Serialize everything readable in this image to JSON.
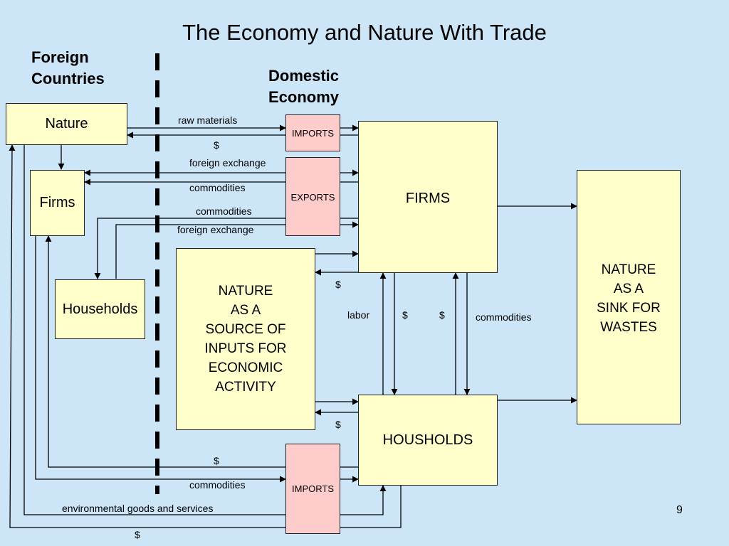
{
  "slide": {
    "title": "The Economy and Nature With Trade",
    "page_number": "9"
  },
  "regions": {
    "foreign": "Foreign\nCountries",
    "domestic": "Domestic\nEconomy"
  },
  "boxes": {
    "foreign_nature": "Nature",
    "foreign_firms": "Firms",
    "foreign_households": "Households",
    "imports_top": "IMPORTS",
    "exports": "EXPORTS",
    "imports_bottom": "IMPORTS",
    "firms": "FIRMS",
    "households": "HOUSHOLDS",
    "nature_source": "NATURE\nAS A\nSOURCE OF\nINPUTS FOR\nECONOMIC\nACTIVITY",
    "nature_sink": "NATURE\nAS A\nSINK FOR\nWASTES"
  },
  "flow_labels": {
    "raw_materials": "raw materials",
    "dollar_imports_top": "$",
    "foreign_exchange_top": "foreign exchange",
    "commodities_exports_1": "commodities",
    "commodities_exports_2": "commodities",
    "foreign_exchange_bottom": "foreign exchange",
    "dollar_source_top": "$",
    "labor": "labor",
    "dollar_mid_1": "$",
    "dollar_mid_2": "$",
    "commodities_mid": "commodities",
    "dollar_source_bottom": "$",
    "dollar_imports_bottom": "$",
    "commodities_imports_bottom": "commodities",
    "environmental": "environmental goods and services",
    "dollar_bottom": "$"
  },
  "colors": {
    "background": "#cce6f8",
    "box_fill": "#ffffcc",
    "trade_box_fill": "#ffcccc",
    "lines": "#000000"
  }
}
